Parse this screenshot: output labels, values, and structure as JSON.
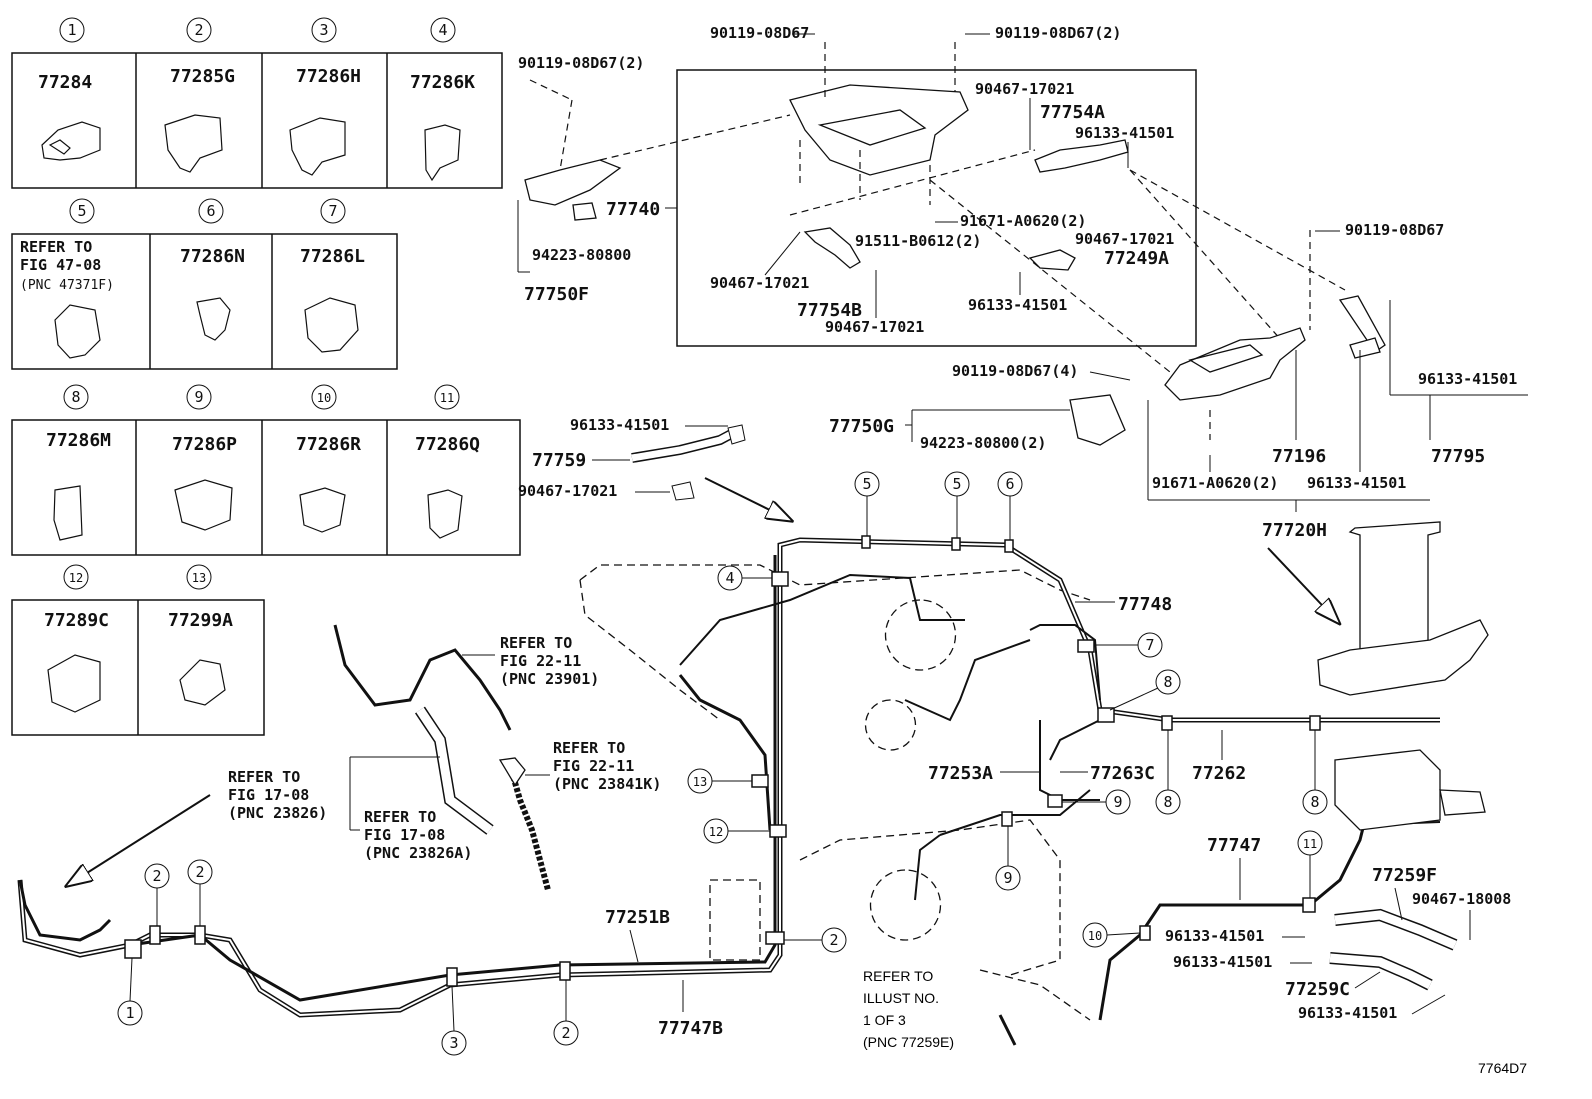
{
  "catalog": {
    "figure_code": "7764D7",
    "clip_rows": [
      [
        {
          "num": "1",
          "part": "77284"
        },
        {
          "num": "2",
          "part": "77285G"
        },
        {
          "num": "3",
          "part": "77286H"
        },
        {
          "num": "4",
          "part": "77286K"
        }
      ],
      [
        {
          "num": "5",
          "lines": [
            "REFER TO",
            "FIG 47-08",
            "(PNC 47371F)"
          ]
        },
        {
          "num": "6",
          "part": "77286N"
        },
        {
          "num": "7",
          "part": "77286L"
        }
      ],
      [
        {
          "num": "8",
          "part": "77286M"
        },
        {
          "num": "9",
          "part": "77286P"
        },
        {
          "num": "10",
          "part": "77286R"
        },
        {
          "num": "11",
          "part": "77286Q"
        }
      ],
      [
        {
          "num": "12",
          "part": "77289C"
        },
        {
          "num": "13",
          "part": "77299A"
        }
      ]
    ]
  },
  "canister_group": {
    "bolt_top_a": "90119-08D67",
    "bolt_top_b": "90119-08D67(2)",
    "bolt_left": "90119-08D67(2)",
    "clamp_1": "90467-17021",
    "hose_a": "77754A",
    "clip_1": "96133-41501",
    "canister": "77740",
    "nut": "94223-80800",
    "bracket": "77750F",
    "bolt_a0620": "91671-A0620(2)",
    "bolt_b0612": "91511-B0612(2)",
    "clamp_2": "90467-17021",
    "hose_249a": "77249A",
    "clamp_3": "90467-17021",
    "hose_b": "77754B",
    "clamp_4": "90467-17021",
    "clip_2": "96133-41501"
  },
  "filter_group": {
    "bolt_a": "90119-08D67",
    "clip_a": "96133-41501",
    "bolt_4": "90119-08D67(4)",
    "bracket": "77750G",
    "nut_2": "94223-80800(2)",
    "part_196": "77196",
    "part_795": "77795",
    "bolt_a0620": "91671-A0620(2)",
    "clip_b": "96133-41501",
    "assembly": "77720H"
  },
  "hose_759": {
    "clip": "96133-41501",
    "hose": "77759",
    "clamp": "90467-17021"
  },
  "tank_lines": {
    "p77748": "77748",
    "p77253A": "77253A",
    "p77263C": "77263C",
    "p77262": "77262",
    "p77747": "77747",
    "p77251B": "77251B",
    "p77747B": "77747B",
    "p77259F": "77259F",
    "p77259C": "77259C",
    "clamp_18008": "90467-18008",
    "clip_c1": "96133-41501",
    "clip_c2": "96133-41501",
    "clip_c3": "96133-41501"
  },
  "references": {
    "ref_23901": [
      "REFER TO",
      "FIG 22-11",
      "(PNC 23901)"
    ],
    "ref_23841K": [
      "REFER TO",
      "FIG 22-11",
      "(PNC 23841K)"
    ],
    "ref_23826": [
      "REFER TO",
      "FIG 17-08",
      "(PNC 23826)"
    ],
    "ref_23826A": [
      "REFER TO",
      "FIG 17-08",
      "(PNC 23826A)"
    ],
    "ref_illust": [
      "REFER TO",
      "ILLUST NO.",
      "1 OF 3",
      "(PNC 77259E)"
    ]
  },
  "callouts": {
    "c5a": "5",
    "c5b": "5",
    "c6": "6",
    "c4": "4",
    "c7": "7",
    "c8a": "8",
    "c8b": "8",
    "c8c": "8",
    "c9a": "9",
    "c9b": "9",
    "c13": "13",
    "c12": "12",
    "c2a": "2",
    "c2b": "2",
    "c2c": "2",
    "c2d": "2",
    "c1": "1",
    "c3": "3",
    "c11": "11",
    "c10": "10"
  }
}
